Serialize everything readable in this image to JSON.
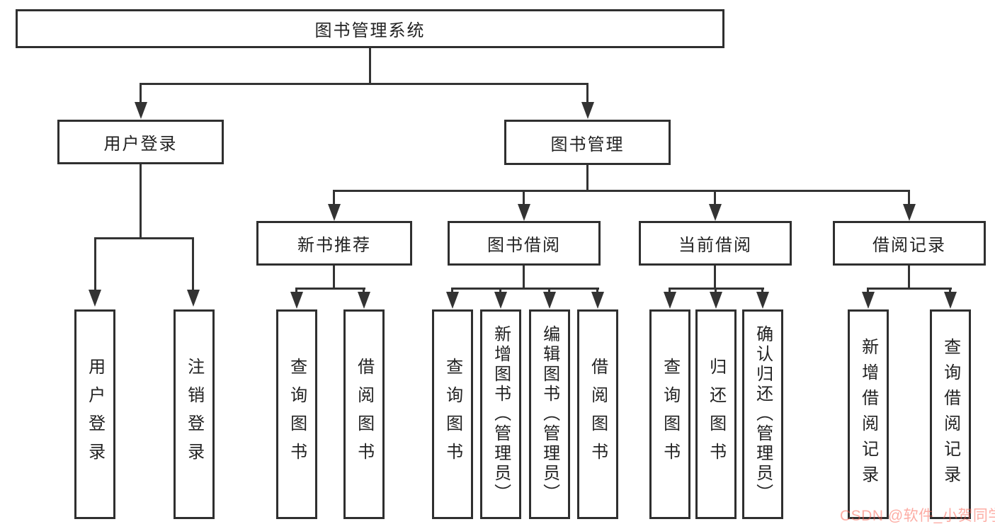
{
  "diagram": {
    "root": {
      "label": "图书管理系统"
    },
    "branches": [
      {
        "label": "用户登录",
        "children": [
          {
            "label": "用户登录"
          },
          {
            "label": "注销登录"
          }
        ]
      },
      {
        "label": "图书管理",
        "children": [
          {
            "label": "新书推荐",
            "children": [
              {
                "label": "查询图书"
              },
              {
                "label": "借阅图书"
              }
            ]
          },
          {
            "label": "图书借阅",
            "children": [
              {
                "label": "查询图书"
              },
              {
                "label": "新增图书（管理员）"
              },
              {
                "label": "编辑图书（管理员）"
              },
              {
                "label": "借阅图书"
              }
            ]
          },
          {
            "label": "当前借阅",
            "children": [
              {
                "label": "查询图书"
              },
              {
                "label": "归还图书"
              },
              {
                "label": "确认归还（管理员）"
              }
            ]
          },
          {
            "label": "借阅记录",
            "children": [
              {
                "label": "新增借阅记录"
              },
              {
                "label": "查询借阅记录"
              }
            ]
          }
        ]
      }
    ]
  },
  "watermark": {
    "text": "CSDN @软件_小贺同学",
    "color": "#fc5a4a"
  },
  "colors": {
    "line": "#333333",
    "border": "#2f2f2f",
    "background": "#ffffff",
    "text": "#222222"
  }
}
